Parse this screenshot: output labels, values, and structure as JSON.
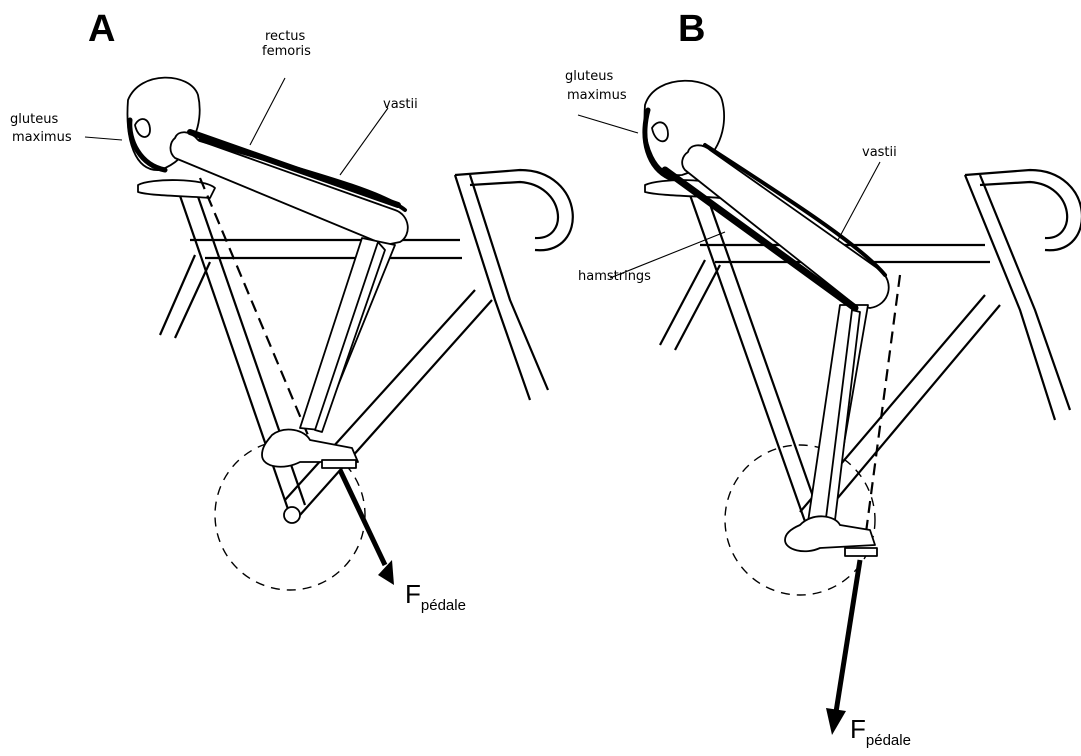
{
  "panels": [
    {
      "id": "A",
      "label": "A",
      "labels": {
        "rectus_femoris_1": "rectus",
        "rectus_femoris_2": "femoris",
        "vastii": "vastii",
        "gluteus_1": "gluteus",
        "gluteus_2": "maximus"
      },
      "force": {
        "main": "F",
        "sub": "pédale"
      }
    },
    {
      "id": "B",
      "label": "B",
      "labels": {
        "gluteus_1": "gluteus",
        "gluteus_2": "maximus",
        "vastii": "vastii",
        "hamstrings": "hamstrings"
      },
      "force": {
        "main": "F",
        "sub": "pédale"
      }
    }
  ]
}
